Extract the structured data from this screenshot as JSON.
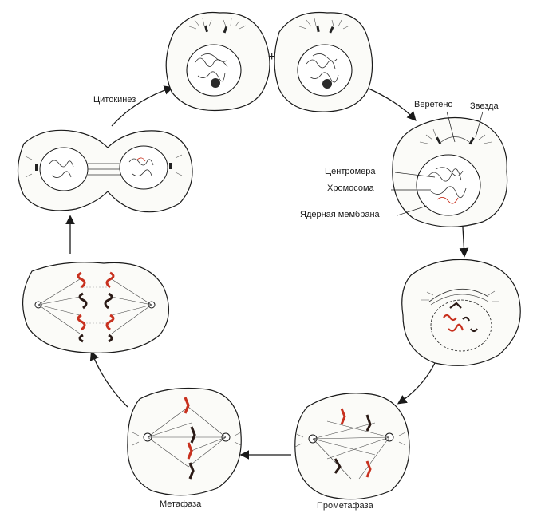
{
  "labels": {
    "cytokinesis": "Цитокинез",
    "plus": "+",
    "spindle": "Веретено",
    "aster": "Звезда",
    "centromere": "Центромера",
    "chromosome": "Хромосома",
    "nuclear_membrane": "Ядерная мембрана",
    "metaphase": "Метафаза",
    "prometaphase": "Прометафаза"
  },
  "colors": {
    "outline": "#1a1a1a",
    "chromosome_red": "#c8311f",
    "chromosome_dark": "#2a1a16",
    "cell_fill": "#fbfbf8"
  }
}
